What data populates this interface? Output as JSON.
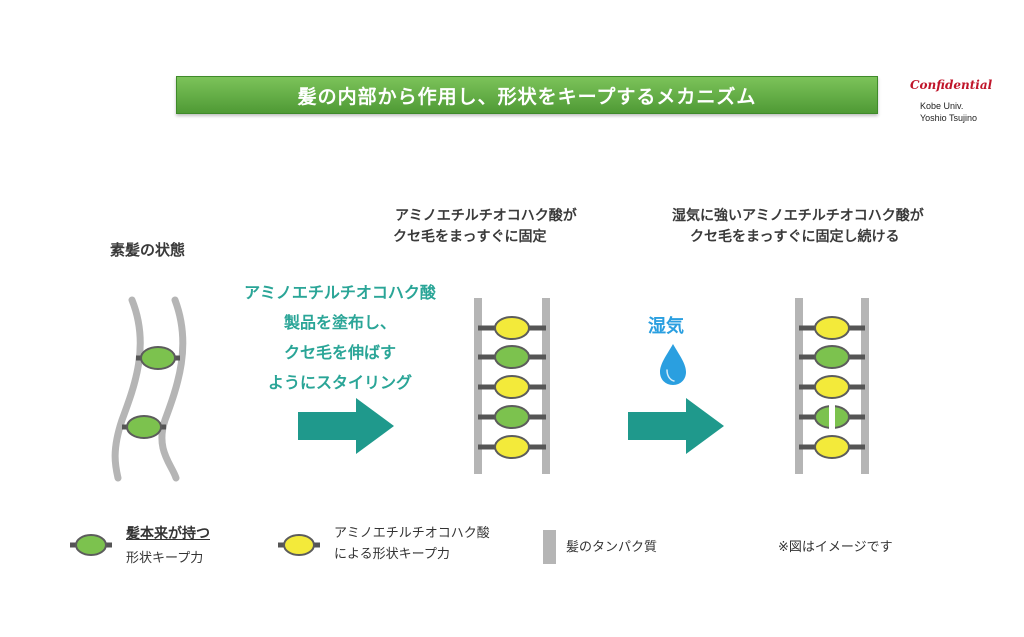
{
  "title": "髪の内部から作用し、形状をキープするメカニズム",
  "confidential": {
    "label": "Confidential",
    "org_line1": "Kobe Univ.",
    "org_line2": "Yoshio Tsujino"
  },
  "stage1": {
    "label": "素髪の状態"
  },
  "stage2": {
    "label_line1": "アミノエチルチオコハク酸が",
    "label_line2": "クセ毛をまっすぐに固定"
  },
  "stage3": {
    "label_line1": "湿気に強いアミノエチルチオコハク酸が",
    "label_line2": "クセ毛をまっすぐに固定し続ける"
  },
  "step1": {
    "line1": "アミノエチルチオコハク酸",
    "line2": "製品を塗布し、",
    "line3": "クセ毛を伸ばす",
    "line4": "ようにスタイリング"
  },
  "step2": {
    "label": "湿気"
  },
  "legend": {
    "green": {
      "line1": "髪本来が持つ",
      "line2": "形状キープ力"
    },
    "yellow": {
      "line1": "アミノエチルチオコハク酸",
      "line2": "による形状キープ力"
    },
    "gray": {
      "label": "髪のタンパク質"
    },
    "note": "※図はイメージです"
  },
  "colors": {
    "title_green": "#5aa63c",
    "teal": "#2aa597",
    "arrow": "#1f998c",
    "bond_green": "#7cc24e",
    "bond_yellow": "#f3ea3a",
    "strand_gray": "#b5b5b5",
    "bar_dark": "#555555",
    "water_blue": "#2a9fe0",
    "confidential_red": "#c0152a"
  }
}
